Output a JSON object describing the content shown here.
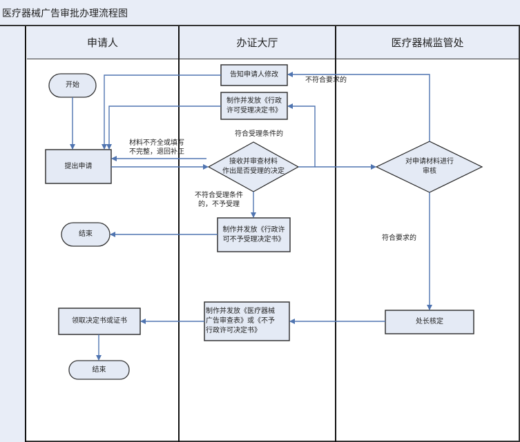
{
  "title": "医疗器械广告审批办理流程图",
  "lanes": [
    {
      "name": "申请人"
    },
    {
      "name": "办证大厅"
    },
    {
      "name": "医疗器械监管处"
    }
  ],
  "nodes": {
    "start": "开始",
    "submit": "提出申请",
    "end1": "结束",
    "receive_end": "领取决定书或证书",
    "end2": "结束",
    "notify_modify": "告知申请人修改",
    "issue_accept": "制作并发放《行政许可受理决定书》",
    "check_decision": "接收并审查材料作出是否受理的决定",
    "issue_reject": "制作并发放《行政许可不予受理决定书》",
    "issue_final": "制作并发放《医疗器械广告审查表》或《不予行政许可决定书》",
    "review": "对申请材料进行审核",
    "director_approve": "处长核定"
  },
  "node_lines": {
    "issue_accept": [
      "制作并发放《行政",
      "许可受理决定书》"
    ],
    "check_decision": [
      "接收并审查材料",
      "作出是否受理的决定"
    ],
    "issue_reject": [
      "制作并发放《行政许",
      "可不予受理决定书》"
    ],
    "issue_final": [
      "制作并发放《医疗器械",
      "广告审查表》或《不予",
      "行政许可决定书》"
    ],
    "review": [
      "对申请材料进行",
      "审核"
    ]
  },
  "edge_labels": {
    "incomplete": [
      "材料不齐全或填写",
      "不完整，退回补正"
    ],
    "meets_acceptance": "符合受理条件的",
    "not_meets_acceptance": [
      "不符合受理条件",
      "的，不予受理"
    ],
    "not_meets_requirements": "不符合要求的",
    "meets_requirements": "符合要求的"
  },
  "colors": {
    "header_fill": "#e8edf7",
    "node_fill": "#e4eaf5",
    "arrow": "#4f74b0",
    "border": "#333333"
  }
}
